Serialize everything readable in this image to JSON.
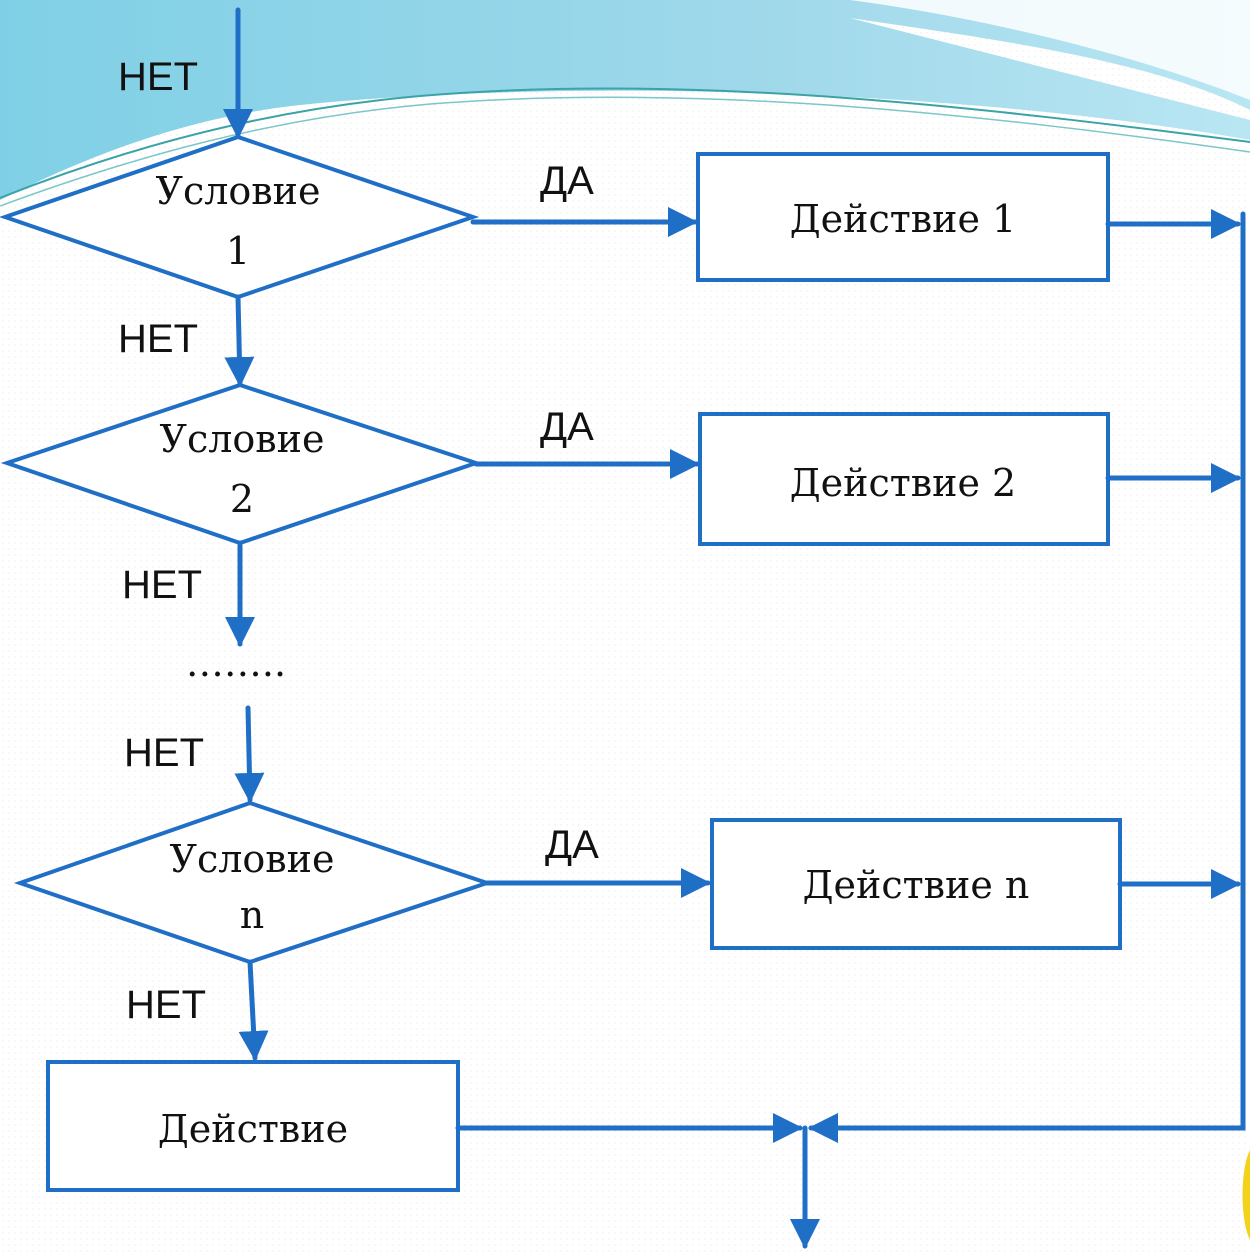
{
  "colors": {
    "shape_stroke": "#1f6fc6",
    "arrow": "#1f6fc6",
    "wave_top": "#7ec9e3",
    "wave_light": "#cfeef7",
    "text": "#111111"
  },
  "labels": {
    "no": "НЕТ",
    "yes": "ДА",
    "ellipsis": "……..",
    "condition": "Условие",
    "cond1_num": "1",
    "cond2_num": "2",
    "condn_num": "n",
    "action1": "Действие 1",
    "action2": "Действие 2",
    "actionn": "Действие n",
    "action_else": "Действие"
  }
}
